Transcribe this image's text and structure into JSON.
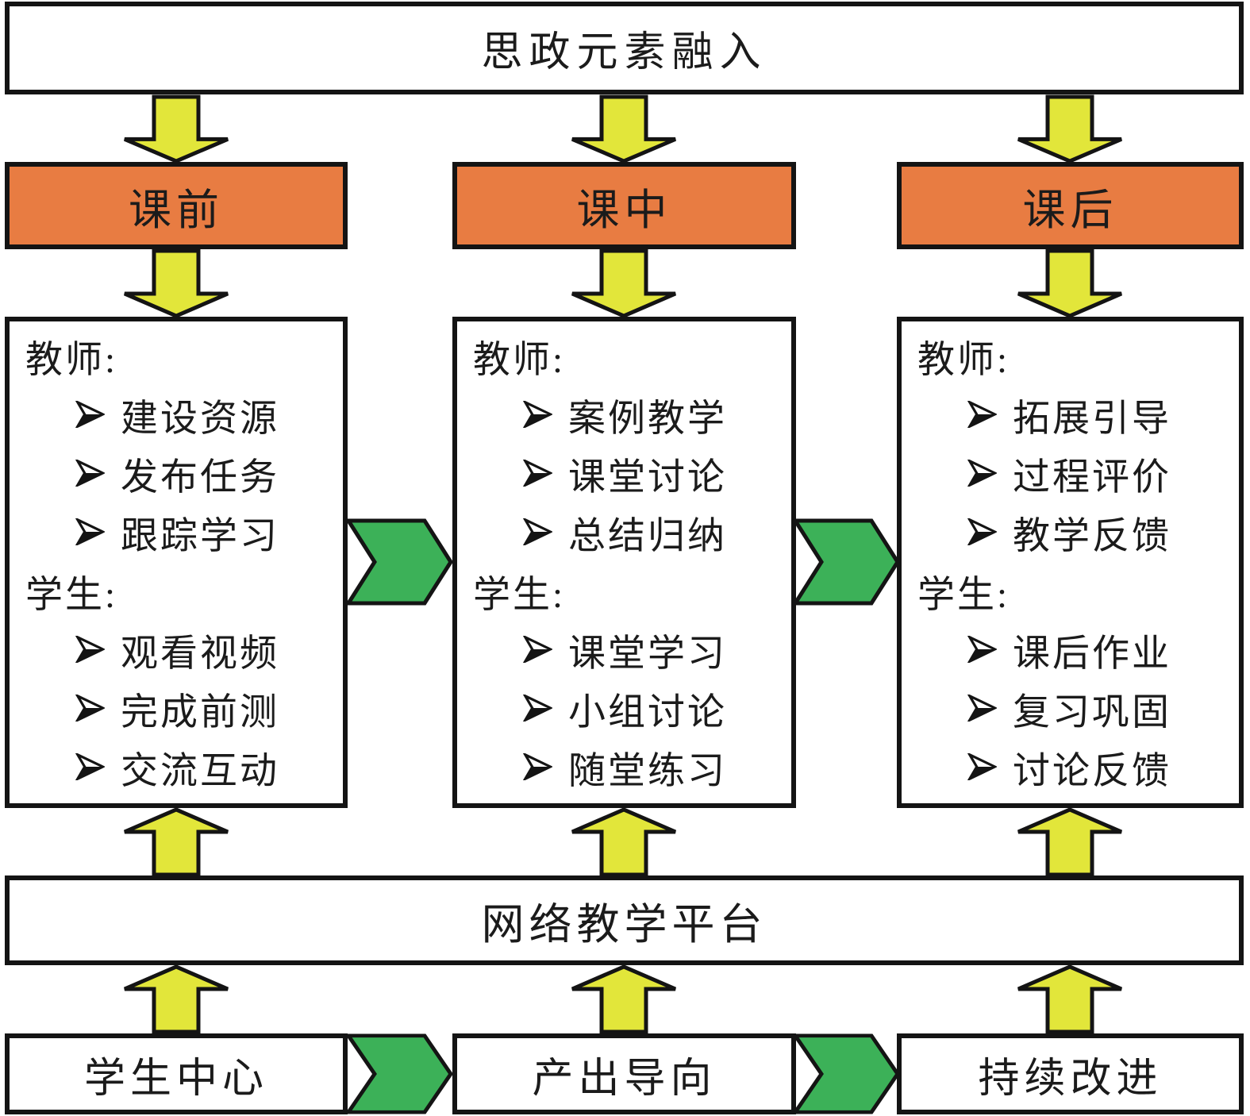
{
  "top_banner": "思政元素融入",
  "colors": {
    "orange": "#E87C42",
    "yellow": "#E2E63A",
    "green": "#3CB158",
    "ink": "#1b1b1b"
  },
  "phases": [
    {
      "label": "课前",
      "teacher_heading": "教师:",
      "teacher_items": [
        "建设资源",
        "发布任务",
        "跟踪学习"
      ],
      "student_heading": "学生:",
      "student_items": [
        "观看视频",
        "完成前测",
        "交流互动"
      ]
    },
    {
      "label": "课中",
      "teacher_heading": "教师:",
      "teacher_items": [
        "案例教学",
        "课堂讨论",
        "总结归纳"
      ],
      "student_heading": "学生:",
      "student_items": [
        "课堂学习",
        "小组讨论",
        "随堂练习"
      ]
    },
    {
      "label": "课后",
      "teacher_heading": "教师:",
      "teacher_items": [
        "拓展引导",
        "过程评价",
        "教学反馈"
      ],
      "student_heading": "学生:",
      "student_items": [
        "课后作业",
        "复习巩固",
        "讨论反馈"
      ]
    }
  ],
  "platform_label": "网络教学平台",
  "principles": [
    "学生中心",
    "产出导向",
    "持续改进"
  ]
}
